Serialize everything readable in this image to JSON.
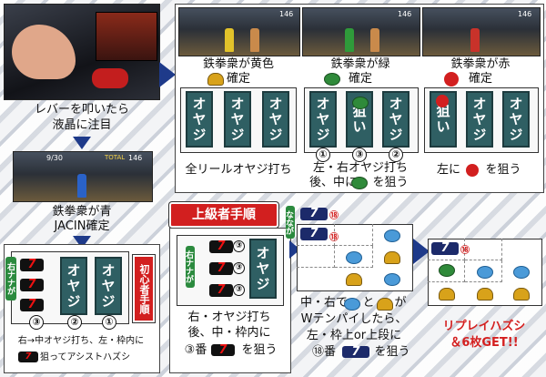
{
  "colors": {
    "teal": "#2f5f63",
    "arrow": "#1e3a8a",
    "badge_red": "#d21f1f",
    "replay_blue": "#4a9ad8",
    "bell_gold": "#d8a21a",
    "watermelon_green": "#2f8a3a",
    "cherry_red": "#d21f1f"
  },
  "left": {
    "caption1": "レバーを叩いたら",
    "caption2": "液晶に注目",
    "game_hud_left": "9/30",
    "game_hud_right": "146",
    "game_hud_total": "TOTAL",
    "caption3": "鉄拳衆が青",
    "caption4": "JACIN確定"
  },
  "top": {
    "box1": {
      "line1": "鉄拳衆が黄色",
      "line2": "確定",
      "reels": [
        "オヤジ",
        "オヤジ",
        "オヤジ"
      ],
      "caption": "全リールオヤジ打ち",
      "hud": "146"
    },
    "box2": {
      "line1": "鉄拳衆が緑",
      "line2": "確定",
      "reels": [
        "オヤジ",
        "狙い",
        "オヤジ"
      ],
      "nums": [
        "①",
        "③",
        "②"
      ],
      "caption1": "左・右オヤジ打ち",
      "caption2": "後、中に",
      "caption2b": "を狙う",
      "hud": "146"
    },
    "box3": {
      "line1": "鉄拳衆が赤",
      "line2": "確定",
      "reels": [
        "狙い",
        "オヤジ",
        "オヤジ"
      ],
      "caption1": "左に",
      "caption1b": "を狙う",
      "hud": "146"
    }
  },
  "bottom": {
    "beginner": {
      "badge": "初心者手順",
      "reels": [
        "オヤジ",
        "オヤジ"
      ],
      "nums": [
        "③",
        "②",
        "①"
      ],
      "vtag": "右ナナが",
      "caption": "右→中オヤジ打ち、左・枠内に",
      "caption_b": "狙ってアシストハズシ"
    },
    "advanced": {
      "badge": "上級者手順",
      "reels": [
        "オヤジ"
      ],
      "nums": [
        "③",
        "③",
        "③"
      ],
      "vtag": "右ナナが",
      "caption1": "右・オヤジ打ち",
      "caption2": "後、中・枠内に",
      "caption3": "③番",
      "caption3b": "を狙う"
    },
    "middle": {
      "tags": [
        "⑱",
        "⑱"
      ],
      "vtag": "ななが",
      "caption1": "中・右で",
      "caption1b": "と",
      "caption1c": "が",
      "caption2": "Wテンパイしたら、",
      "caption3": "左・枠上or上段に",
      "caption4": "⑱番",
      "caption4b": "を狙う"
    },
    "result": {
      "tag": "⑱",
      "line1": "リプレイハズシ",
      "line2": "＆6枚GET!!"
    }
  }
}
